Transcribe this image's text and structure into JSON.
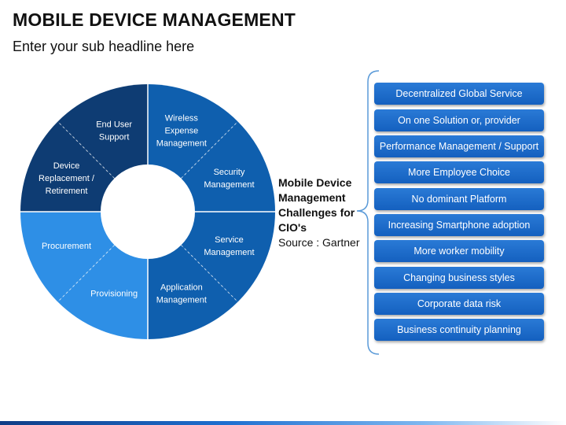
{
  "header": {
    "title": "MOBILE DEVICE MANAGEMENT",
    "subtitle": "Enter your sub headline here"
  },
  "wheel": {
    "colors": {
      "dark": "#0e3c73",
      "medium": "#0f5fae",
      "light": "#2e8fe6"
    },
    "segments": [
      {
        "lines": [
          "Wireless",
          "Expense",
          "Management"
        ],
        "shade": "medium"
      },
      {
        "lines": [
          "Security",
          "Management"
        ],
        "shade": "medium"
      },
      {
        "lines": [
          "Service",
          "Management"
        ],
        "shade": "medium"
      },
      {
        "lines": [
          "Application",
          "Management"
        ],
        "shade": "medium"
      },
      {
        "lines": [
          "Provisioning"
        ],
        "shade": "light"
      },
      {
        "lines": [
          "Procurement"
        ],
        "shade": "light"
      },
      {
        "lines": [
          "Device",
          "Replacement /",
          "Retirement"
        ],
        "shade": "dark"
      },
      {
        "lines": [
          "End User",
          "Support"
        ],
        "shade": "dark"
      }
    ]
  },
  "center": {
    "line1": "Mobile Device",
    "line2": "Management",
    "line3": "Challenges for",
    "line4": "CIO's",
    "source": "Source : Gartner"
  },
  "challenges": [
    "Decentralized Global Service",
    "On one Solution or, provider",
    "Performance Management / Support",
    "More Employee Choice",
    "No dominant Platform",
    "Increasing Smartphone adoption",
    "More worker mobility",
    "Changing business styles",
    "Corporate data risk",
    "Business continuity planning"
  ]
}
